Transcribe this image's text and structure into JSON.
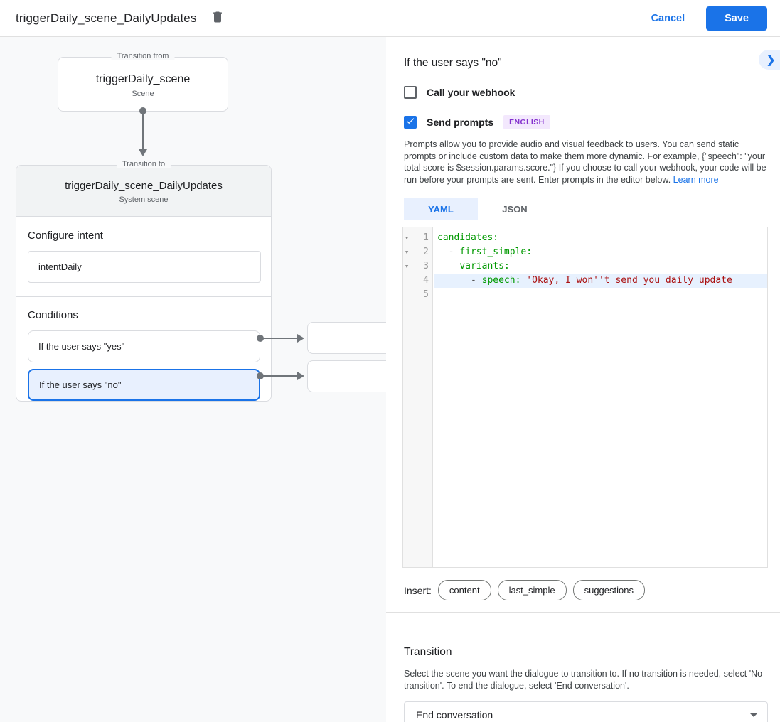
{
  "header": {
    "title": "triggerDaily_scene_DailyUpdates",
    "cancel_label": "Cancel",
    "save_label": "Save"
  },
  "canvas": {
    "from_box": {
      "legend": "Transition from",
      "title": "triggerDaily_scene",
      "subtitle": "Scene"
    },
    "to_box": {
      "legend": "Transition to",
      "title": "triggerDaily_scene_DailyUpdates",
      "subtitle": "System scene",
      "intent_section_label": "Configure intent",
      "intent_value": "intentDaily",
      "conditions_label": "Conditions",
      "conditions": [
        {
          "label": "If the user says \"yes\"",
          "selected": false
        },
        {
          "label": "If the user says \"no\"",
          "selected": true
        }
      ]
    }
  },
  "panel": {
    "title": "If the user says \"no\"",
    "webhook": {
      "label": "Call your webhook",
      "checked": false
    },
    "prompts": {
      "label": "Send prompts",
      "checked": true,
      "badge": "ENGLISH"
    },
    "description": "Prompts allow you to provide audio and visual feedback to users. You can send static prompts or include custom data to make them more dynamic. For example, {\"speech\": \"your total score is $session.params.score.\"} If you choose to call your webhook, your code will be run before your prompts are sent. Enter prompts in the editor below. ",
    "learn_more_label": "Learn more",
    "tabs": [
      {
        "label": "YAML",
        "active": true
      },
      {
        "label": "JSON",
        "active": false
      }
    ],
    "editor": {
      "accent_colors": {
        "key": "#009900",
        "string": "#aa1111",
        "punctuation": "#555555",
        "active_line_bg": "#e7f1fe"
      },
      "lines": [
        {
          "number": "1",
          "fold": true,
          "active": false,
          "tokens": [
            {
              "c": "tk-key",
              "v": "candidates"
            },
            {
              "c": "tk-key",
              "v": ":"
            }
          ]
        },
        {
          "number": "2",
          "fold": true,
          "active": false,
          "tokens": [
            {
              "c": "tk-p",
              "v": "  - "
            },
            {
              "c": "tk-key",
              "v": "first_simple"
            },
            {
              "c": "tk-key",
              "v": ":"
            }
          ]
        },
        {
          "number": "3",
          "fold": true,
          "active": false,
          "tokens": [
            {
              "c": "tk-p",
              "v": "    "
            },
            {
              "c": "tk-key",
              "v": "variants"
            },
            {
              "c": "tk-key",
              "v": ":"
            }
          ]
        },
        {
          "number": "4",
          "fold": false,
          "active": true,
          "tokens": [
            {
              "c": "tk-p",
              "v": "      - "
            },
            {
              "c": "tk-key",
              "v": "speech"
            },
            {
              "c": "tk-key",
              "v": ": "
            },
            {
              "c": "tk-str",
              "v": "'Okay, I won''t send you daily update"
            }
          ]
        },
        {
          "number": "5",
          "fold": false,
          "active": false,
          "tokens": []
        }
      ]
    },
    "insert": {
      "label": "Insert:",
      "chips": [
        "content",
        "last_simple",
        "suggestions"
      ]
    },
    "transition": {
      "heading": "Transition",
      "description": "Select the scene you want the dialogue to transition to. If no transition is needed, select 'No transition'. To end the dialogue, select 'End conversation'.",
      "dropdown_value": "End conversation"
    }
  }
}
